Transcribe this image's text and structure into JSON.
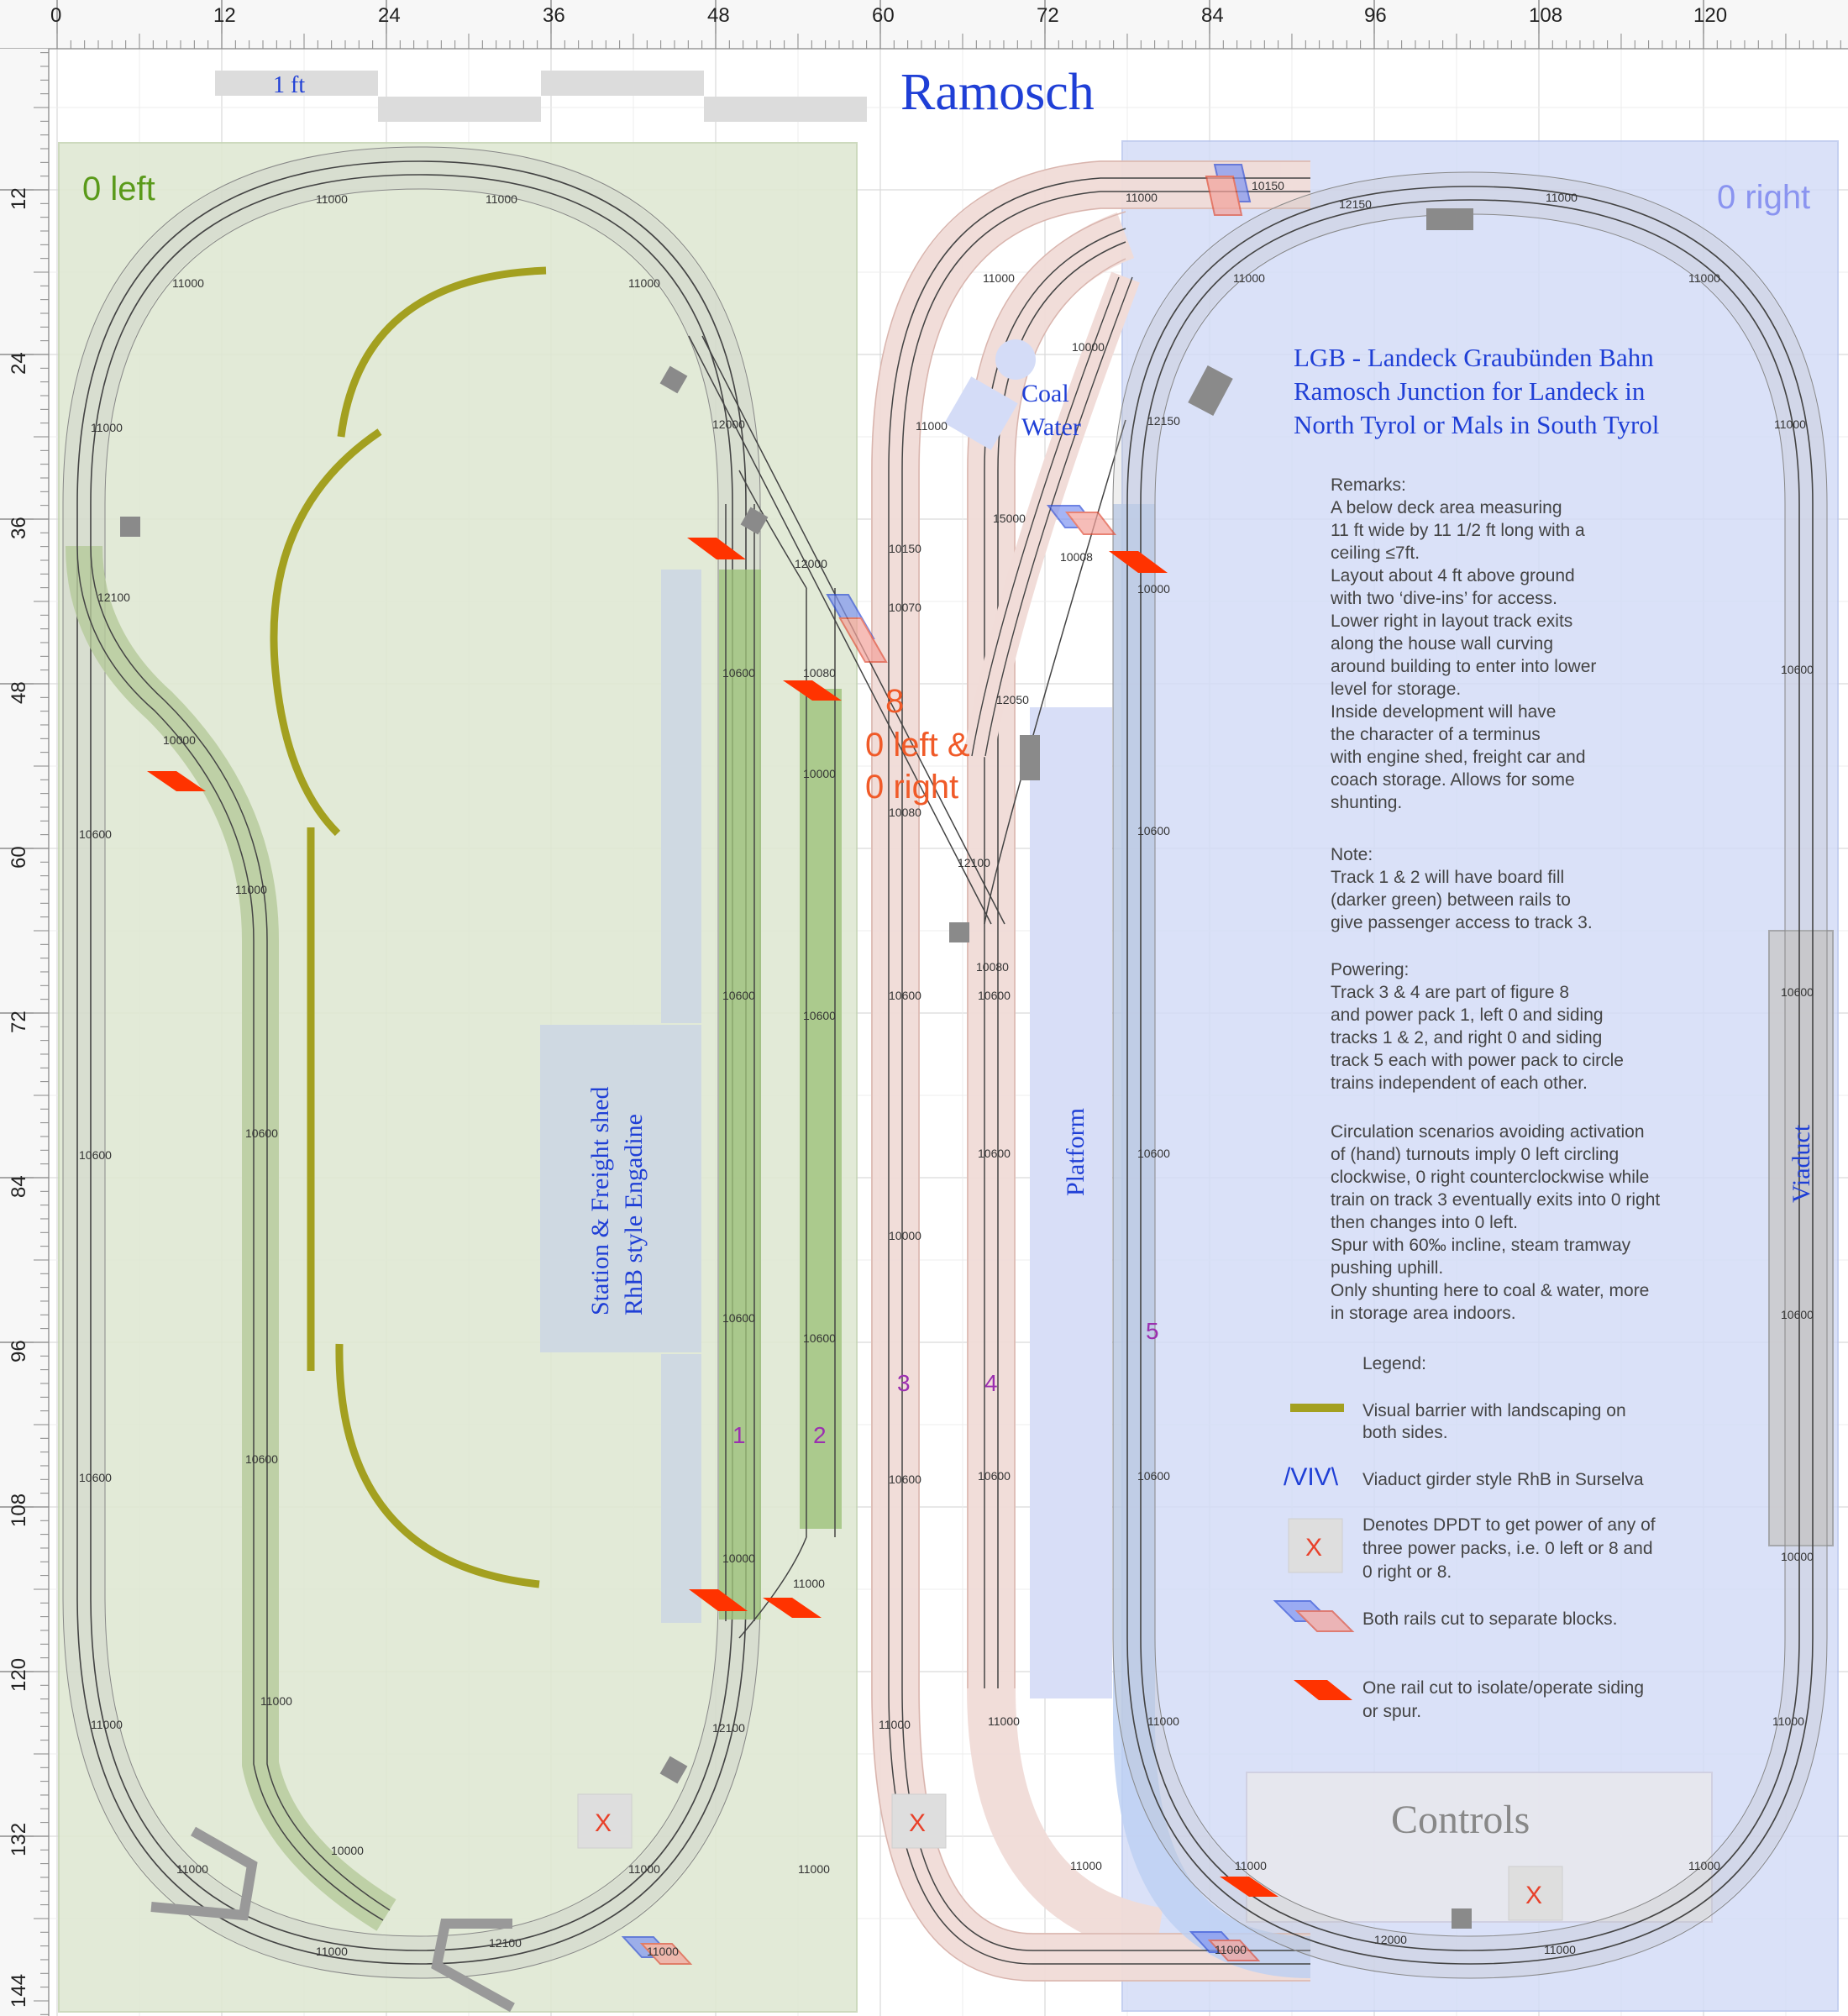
{
  "title": "Ramosch",
  "scale_label": "1 ft",
  "ruler": {
    "top_labels": [
      "0",
      "12",
      "24",
      "36",
      "48",
      "60",
      "72",
      "84",
      "96",
      "108",
      "120"
    ],
    "left_labels": [
      "12",
      "24",
      "36",
      "48",
      "60",
      "72",
      "84",
      "96",
      "108",
      "120",
      "132",
      "144"
    ]
  },
  "zones": {
    "left": "0 left",
    "right": "0 right",
    "figure8_big": "8",
    "figure8_line1": "0 left &",
    "figure8_line2": "0 right"
  },
  "track_numbers": [
    "1",
    "2",
    "3",
    "4",
    "5"
  ],
  "track_codes": {
    "c11000": "11000",
    "c10600": "10600",
    "c10150": "10150",
    "c12150": "12150",
    "c12100": "12100",
    "c12000": "12000",
    "c10000": "10000",
    "c10070": "10070",
    "c10080": "10080",
    "c12050": "12050",
    "c15000": "15000",
    "c10008": "10008"
  },
  "labels": {
    "coal": "Coal",
    "water": "Water",
    "station_line1": "Station & Freight shed",
    "station_line2": "RhB style Engadine",
    "platform": "Platform",
    "viaduct": "Viaduct",
    "controls": "Controls",
    "dpdt_x": "X"
  },
  "heading": {
    "line1": "LGB - Landeck Graubünden Bahn",
    "line2": "Ramosch Junction for Landeck in",
    "line3": "North Tyrol or Mals in South Tyrol"
  },
  "notes": [
    "Remarks:",
    "A below deck area measuring",
    "11 ft wide by 11 1/2 ft long with a",
    "ceiling ≤7ft.",
    "Layout about 4 ft above ground",
    "with two ‘dive-ins’ for access.",
    "Lower right in layout track exits",
    "along the house wall curving",
    "around building to enter into lower",
    "level for storage.",
    "Inside development will have",
    "the character of a terminus",
    "with engine shed, freight car and",
    "coach storage. Allows for some",
    "shunting.",
    "",
    "Note:",
    "Track 1 & 2 will have board fill",
    "(darker green) between rails to",
    "give passenger access to track 3.",
    "",
    "Powering:",
    "Track 3 & 4 are part of figure 8",
    "and power pack 1, left 0 and siding",
    "tracks 1 & 2, and right 0 and siding",
    "track 5 each with power pack to circle",
    "trains independent of each other.",
    "",
    "Circulation scenarios avoiding activation",
    "of (hand) turnouts imply 0 left circling",
    "clockwise, 0 right counterclockwise while",
    "train on track 3 eventually exits into 0 right",
    "then changes into 0 left.",
    "Spur with 60‰ incline, steam tramway",
    "pushing uphill.",
    "Only shunting here to coal & water, more",
    "in storage area indoors."
  ],
  "legend": {
    "title": "Legend:",
    "barrier_1": "Visual barrier with landscaping on",
    "barrier_2": "both sides.",
    "viaduct_symbol": "/VIV\\",
    "viaduct_text": "Viaduct girder style RhB in Surselva",
    "dpdt_1": "Denotes DPDT to get power of any of",
    "dpdt_2": "three power packs, i.e. 0 left or 8 and",
    "dpdt_3": "0 right or 8.",
    "both_rails": "Both rails cut to separate blocks.",
    "one_rail_1": "One rail cut to isolate/operate siding",
    "one_rail_2": "or spur."
  },
  "colors": {
    "left_zone": "#dfe8d3",
    "right_zone": "#d4dcf7",
    "fig8_band": "#f1dcd8",
    "barrier": "#a3a020",
    "label_blue": "#1f3fd6",
    "label_green": "#5a9a1a",
    "label_orange": "#f05a28",
    "purple": "#9b2fb0",
    "cut_red": "#ff3300"
  }
}
